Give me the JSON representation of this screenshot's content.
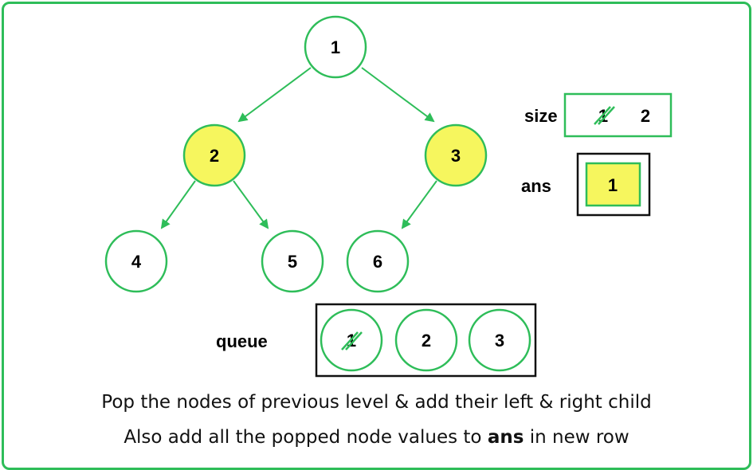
{
  "tree": {
    "nodes": {
      "n1": "1",
      "n2": "2",
      "n3": "3",
      "n4": "4",
      "n5": "5",
      "n6": "6"
    }
  },
  "size": {
    "label": "size",
    "old_value": "1",
    "new_value": "2"
  },
  "ans": {
    "label": "ans",
    "value": "1"
  },
  "queue": {
    "label": "queue",
    "items": [
      "1",
      "2",
      "3"
    ]
  },
  "caption": {
    "line1": "Pop the nodes of previous level & add their left & right child",
    "line2_prefix": "Also add all the popped node values to ",
    "line2_bold": "ans",
    "line2_suffix": " in new row"
  },
  "colors": {
    "green": "#2ebd59",
    "highlight": "#f6f65e"
  }
}
